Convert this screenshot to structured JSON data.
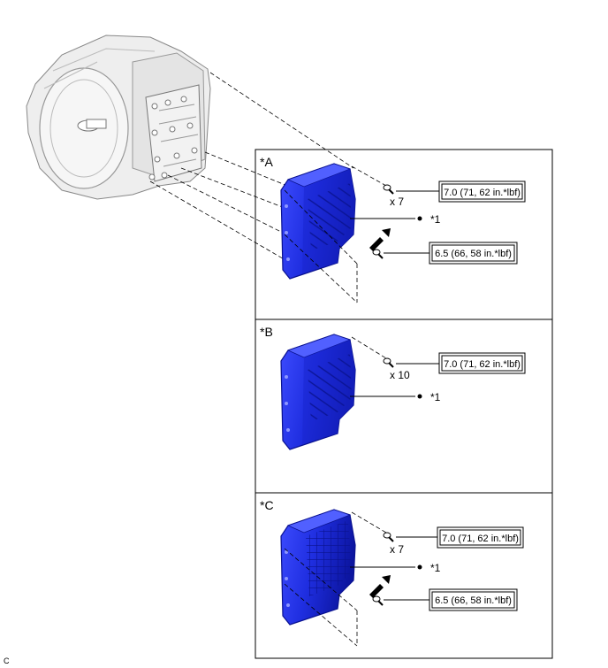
{
  "panels": [
    {
      "id": "A",
      "tag": "*A",
      "bolt_count": "x 7",
      "torque_main": "7.0 (71, 62 in.*lbf)",
      "part_label": "*1",
      "torque_special": "6.5 (66, 58 in.*lbf)"
    },
    {
      "id": "B",
      "tag": "*B",
      "bolt_count": "x 10",
      "torque_main": "7.0 (71, 62 in.*lbf)",
      "part_label": "*1"
    },
    {
      "id": "C",
      "tag": "*C",
      "bolt_count": "x 7",
      "torque_main": "7.0 (71, 62 in.*lbf)",
      "part_label": "*1",
      "torque_special": "6.5 (66, 58 in.*lbf)"
    }
  ],
  "figure_code": "C",
  "colors": {
    "pan_fill": "#1f2ee0",
    "pan_shade": "#0e17a8",
    "pan_highlight": "#6f7cff",
    "line": "#000000"
  },
  "icons": [
    "transmission-assembly",
    "bolt-icon",
    "arrow-icon"
  ]
}
